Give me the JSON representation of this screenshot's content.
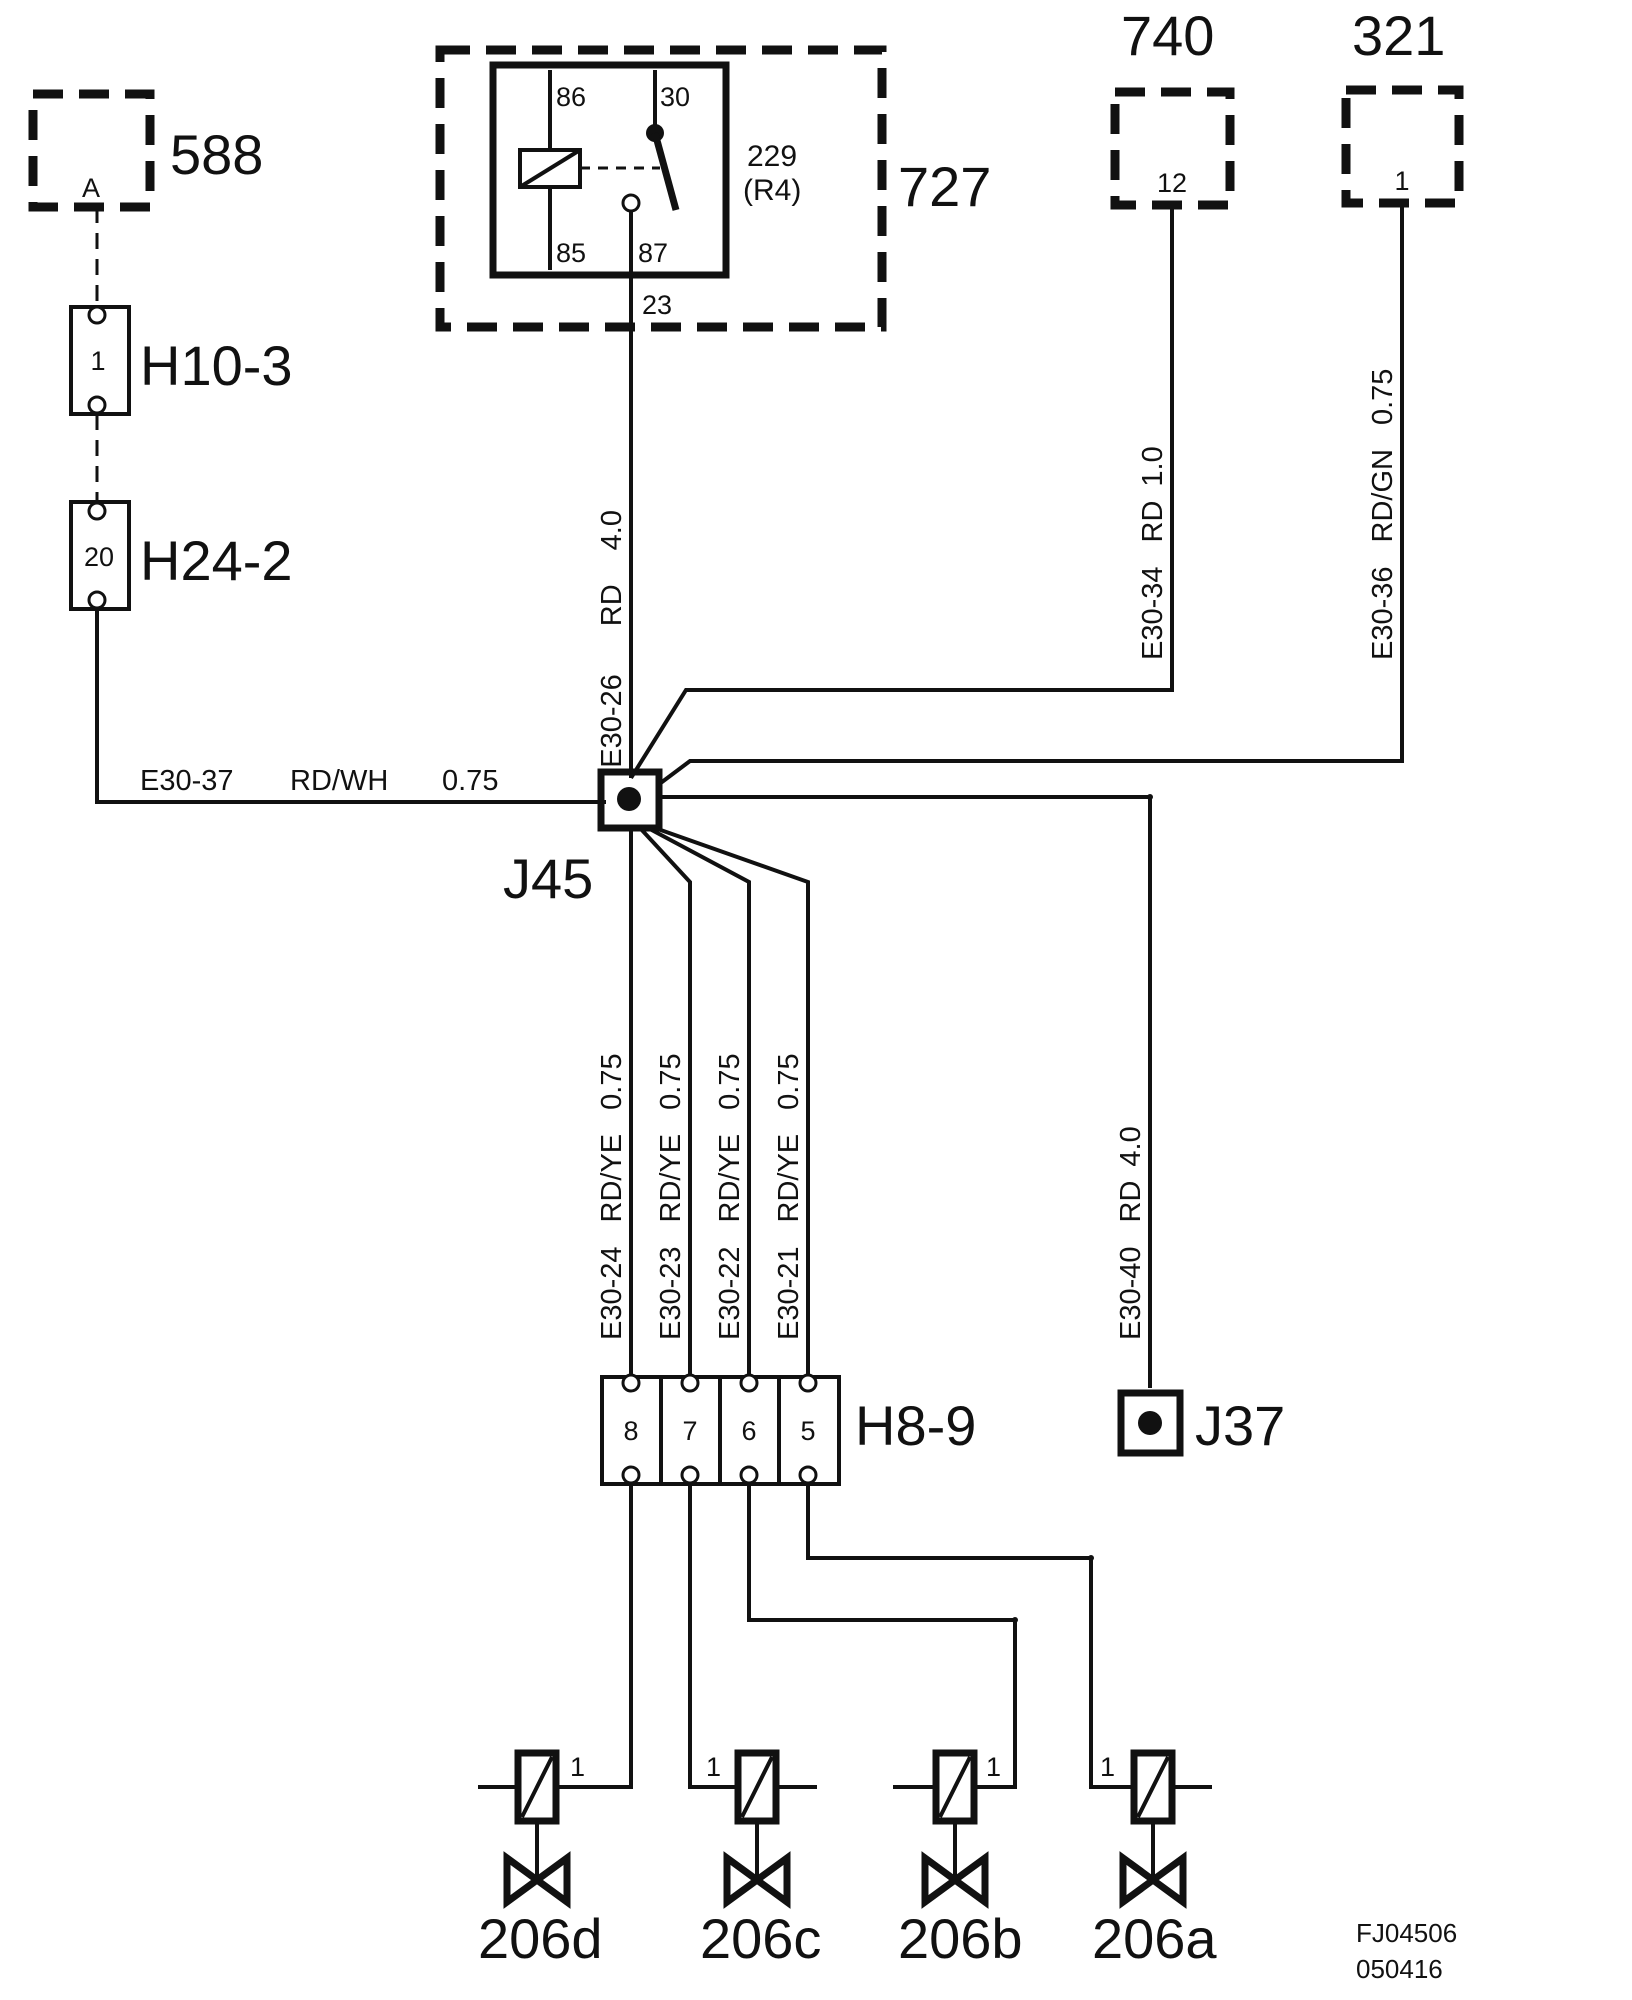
{
  "components": {
    "c588": {
      "label": "588",
      "pin": "A"
    },
    "c727": {
      "label": "727",
      "relay_label": "229",
      "relay_sub": "(R4)",
      "pins": [
        "86",
        "30",
        "85",
        "87"
      ],
      "socket_pin": "23"
    },
    "c740": {
      "label": "740",
      "pin": "12"
    },
    "c321": {
      "label": "321",
      "pin": "1"
    },
    "h10_3": {
      "label": "H10-3",
      "pin": "1"
    },
    "h24_2": {
      "label": "H24-2",
      "pin": "20"
    },
    "h8_9": {
      "label": "H8-9",
      "pins": [
        "8",
        "7",
        "6",
        "5"
      ]
    },
    "j45": {
      "label": "J45"
    },
    "j37": {
      "label": "J37"
    }
  },
  "wires": {
    "e30_26": {
      "id": "E30-26",
      "color": "RD",
      "size": "4.0"
    },
    "e30_34": {
      "id": "E30-34",
      "color": "RD",
      "size": "1.0"
    },
    "e30_36": {
      "id": "E30-36",
      "color": "RD/GN",
      "size": "0.75"
    },
    "e30_37": {
      "id": "E30-37",
      "color": "RD/WH",
      "size": "0.75"
    },
    "e30_40": {
      "id": "E30-40",
      "color": "RD",
      "size": "4.0"
    },
    "e30_24": {
      "id": "E30-24",
      "color": "RD/YE",
      "size": "0.75"
    },
    "e30_23": {
      "id": "E30-23",
      "color": "RD/YE",
      "size": "0.75"
    },
    "e30_22": {
      "id": "E30-22",
      "color": "RD/YE",
      "size": "0.75"
    },
    "e30_21": {
      "id": "E30-21",
      "color": "RD/YE",
      "size": "0.75"
    }
  },
  "valves": [
    {
      "label": "206d",
      "pin": "1"
    },
    {
      "label": "206c",
      "pin": "1"
    },
    {
      "label": "206b",
      "pin": "1"
    },
    {
      "label": "206a",
      "pin": "1"
    }
  ],
  "footer": {
    "code": "FJ04506",
    "date": "050416"
  }
}
